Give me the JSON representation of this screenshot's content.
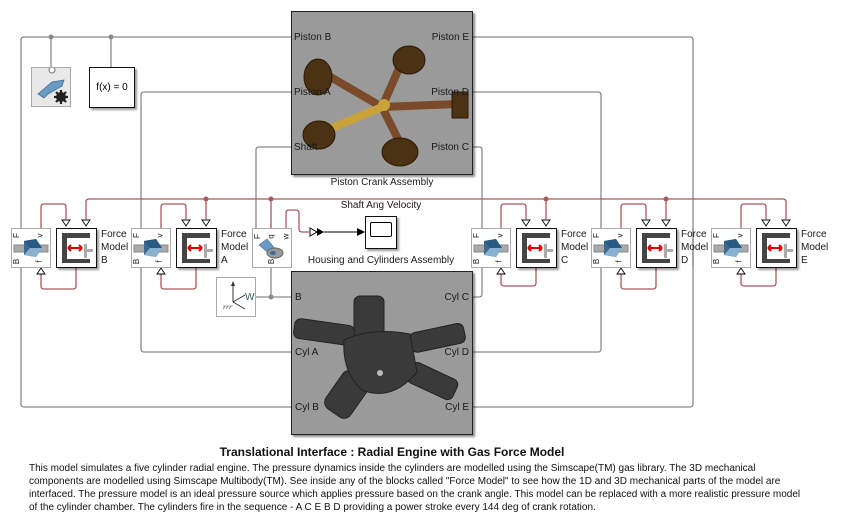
{
  "diagram": {
    "title": "Translational Interface : Radial Engine with Gas Force Model",
    "description_lines": [
      "This model simulates a five cylinder radial engine. The pressure dynamics inside the cylinders are modelled using the Simscape(TM) gas library. The 3D mechanical",
      "components are modelled using Simscape Multibody(TM). See inside any of the blocks called \"Force Model\" to see how the 1D and 3D mechanical parts of the model are",
      "interfaced. The pressure model is an ideal pressure source which applies pressure based on the crank angle. This model can be replaced with a more realistic pressure model",
      "of the cylinder chamber. The cylinders fire in the sequence - A C E B D providing a power stroke every 144 deg of crank rotation."
    ]
  },
  "blocks": {
    "solver_config": {
      "icon": "solver-config-gear-icon"
    },
    "simulink_ps": {
      "label": "f(x) = 0"
    },
    "piston_crank": {
      "name": "Piston Crank Assembly",
      "ports_left": [
        "Piston B",
        "Piston A",
        "Shaft"
      ],
      "ports_right": [
        "Piston E",
        "Piston D",
        "Piston C"
      ]
    },
    "housing": {
      "name": "Housing and Cylinders Assembly",
      "ports_left": [
        "B",
        "Cyl A",
        "Cyl B"
      ],
      "ports_right": [
        "Cyl C",
        "Cyl D",
        "Cyl E"
      ]
    },
    "scope": {
      "name": "Shaft Ang Velocity"
    },
    "world_frame": {
      "port": "W"
    },
    "revolute_interface": {
      "ports": [
        "F",
        "q",
        "w",
        "B"
      ]
    },
    "translational_interface_ports": {
      "top": [
        "F",
        "v"
      ],
      "bottom": [
        "B",
        "f"
      ]
    },
    "force_models": [
      {
        "id": "B",
        "lines": [
          "Force",
          "Model",
          "B"
        ]
      },
      {
        "id": "A",
        "lines": [
          "Force",
          "Model",
          "A"
        ]
      },
      {
        "id": "C",
        "lines": [
          "Force",
          "Model",
          "C"
        ]
      },
      {
        "id": "D",
        "lines": [
          "Force",
          "Model",
          "D"
        ]
      },
      {
        "id": "E",
        "lines": [
          "Force",
          "Model",
          "E"
        ]
      }
    ]
  },
  "colors": {
    "mech_wire": "#8a8a8a",
    "signal_wire": "#a85a5a",
    "subsystem_bg": "#9a9a9a",
    "force_arrow": "#e00000"
  }
}
